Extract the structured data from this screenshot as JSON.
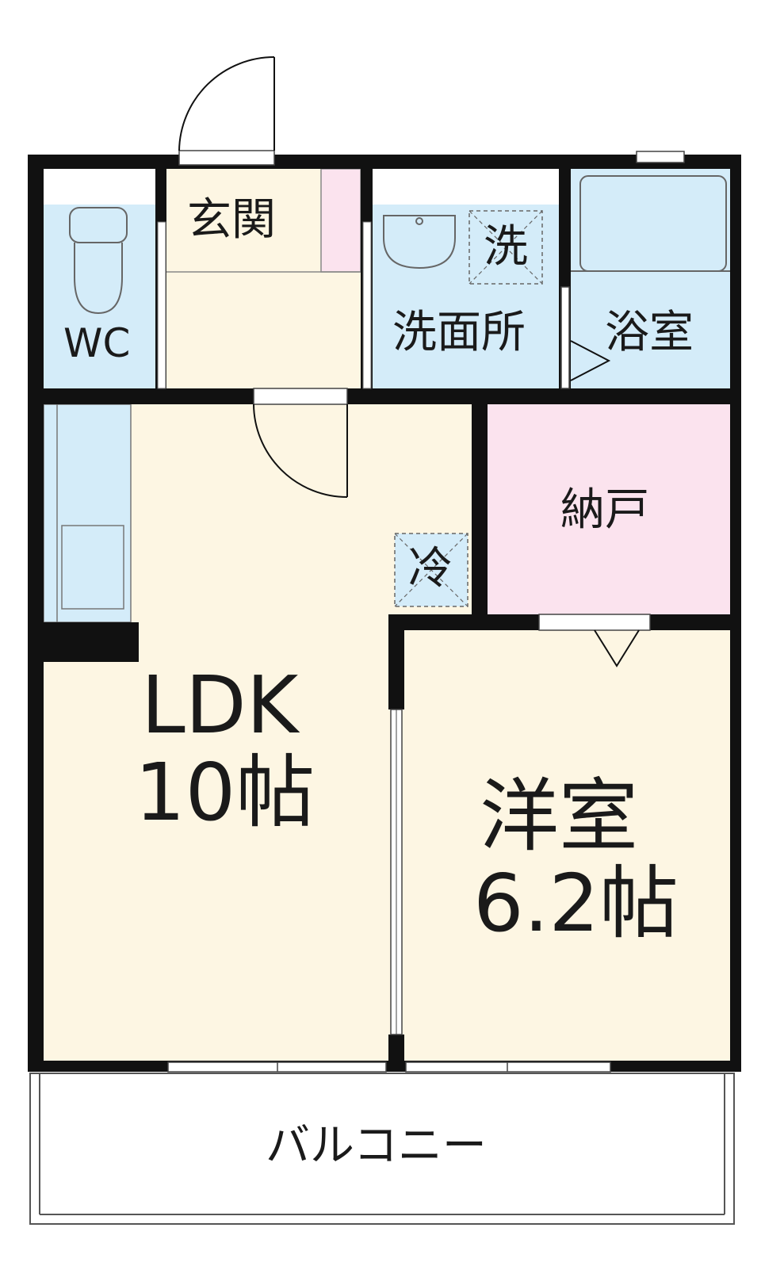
{
  "rooms": {
    "genkan": "玄関",
    "wc": "WC",
    "senmenjo": "洗面所",
    "sen": "洗",
    "yokushitsu": "浴室",
    "nando": "納戸",
    "rei": "冷",
    "ldk_name": "LDK",
    "ldk_size": "10帖",
    "yoshitsu_name": "洋室",
    "yoshitsu_size": "6.2帖",
    "balcony": "バルコニー"
  },
  "colors": {
    "wall": "#111111",
    "floor": "#fdf6e3",
    "wet": "#d4ecf9",
    "storage": "#fbe3ee",
    "balcony": "#ffffff"
  }
}
